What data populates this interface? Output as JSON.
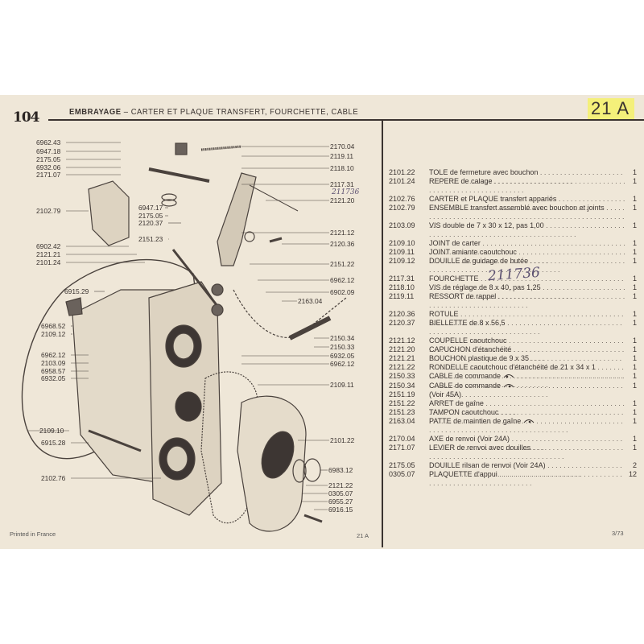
{
  "header": {
    "model": "104",
    "title_bold": "EMBRAYAGE",
    "title_rest": " – CARTER ET PLAQUE TRANSFERT, FOURCHETTE, CABLE",
    "page_ref": "21 A"
  },
  "handwritten": {
    "list_note": "211736",
    "diagram_note": "211736"
  },
  "parts_groups": [
    [
      {
        "code": "2101.22",
        "desc": "TOLE de fermeture avec bouchon",
        "qty": "1"
      },
      {
        "code": "2101.24",
        "desc": "REPERE de calage",
        "qty": "1"
      }
    ],
    [
      {
        "code": "2102.76",
        "desc": "CARTER et PLAQUE transfert appariés",
        "qty": "1"
      },
      {
        "code": "2102.79",
        "desc": "ENSEMBLE transfert assemblé avec bouchon et joints",
        "qty": "1"
      }
    ],
    [
      {
        "code": "2103.09",
        "desc": "VIS double de 7 x 30 x 12, pas 1,00",
        "qty": "1"
      }
    ],
    [
      {
        "code": "2109.10",
        "desc": "JOINT de carter",
        "qty": "1"
      },
      {
        "code": "2109.11",
        "desc": "JOINT amiante caoutchouc",
        "qty": "1"
      },
      {
        "code": "2109.12",
        "desc": "DOUILLE de guidage de butée",
        "qty": "1"
      }
    ],
    [
      {
        "code": "2117.31",
        "desc": "FOURCHETTE",
        "qty": "1"
      },
      {
        "code": "2118.10",
        "desc": "VIS de réglage de 8 x 40, pas 1,25",
        "qty": "1"
      },
      {
        "code": "2119.11",
        "desc": "RESSORT de rappel",
        "qty": "1"
      }
    ],
    [
      {
        "code": "2120.36",
        "desc": "ROTULE",
        "qty": "1"
      },
      {
        "code": "2120.37",
        "desc": "BIELLETTE de 8 x 56,5",
        "qty": "1"
      }
    ],
    [
      {
        "code": "2121.12",
        "desc": "COUPELLE caoutchouc",
        "qty": "1"
      },
      {
        "code": "2121.20",
        "desc": "CAPUCHON d'étanchéité",
        "qty": "1"
      },
      {
        "code": "2121.21",
        "desc": "BOUCHON plastique de 9 x 35",
        "qty": "1"
      },
      {
        "code": "2121.22",
        "desc": "RONDELLE caoutchouc d'étanchéité de 21 x 34 x 1",
        "qty": "1"
      },
      {
        "code": "2150.33",
        "desc": "CABLE de commande",
        "qty": "1",
        "icon": "steering-left"
      },
      {
        "code": "2150.34",
        "desc": "CABLE de commande",
        "qty": "1",
        "icon": "steering-right"
      },
      {
        "code": "2151.19",
        "desc": "(Voir 45A)",
        "qty": ""
      },
      {
        "code": "2151.22",
        "desc": "ARRET de gaîne",
        "qty": "1"
      },
      {
        "code": "2151.23",
        "desc": "TAMPON caoutchouc",
        "qty": "1"
      },
      {
        "code": "2163.04",
        "desc": "PATTE de maintien de gaîne",
        "qty": "1",
        "icon": "steering-right"
      }
    ],
    [
      {
        "code": "2170.04",
        "desc": "AXE de renvoi (Voir 24A)",
        "qty": "1"
      },
      {
        "code": "2171.07",
        "desc": "LEVIER de renvoi avec douilles",
        "qty": "1"
      }
    ],
    [
      {
        "code": "2175.05",
        "desc": "DOUILLE rilsan de renvoi (Voir 24A)",
        "qty": "2"
      },
      {
        "code": "0305.07",
        "desc": "PLAQUETTE d'appui",
        "qty": "12"
      }
    ]
  ],
  "callouts": {
    "left": [
      "6962.43",
      "6947.18",
      "2175.05",
      "6932.06",
      "2171.07",
      "2102.79",
      "6902.42",
      "2121.21",
      "2101.24",
      "6915.29",
      "6968.52",
      "2109.12",
      "6962.12",
      "2103.09",
      "6958.57",
      "6932.05",
      "2109.10",
      "6915.28",
      "2102.76"
    ],
    "middle": [
      "6947.17",
      "2175.05",
      "2120.37",
      "2151.23"
    ],
    "right": [
      "2170.04",
      "2119.11",
      "2118.10",
      "2117.31",
      "2121.20",
      "2121.12",
      "2120.36",
      "2151.22",
      "6962.12",
      "6902.09",
      "2163.04",
      "2150.34",
      "2150.33",
      "6932.05",
      "6962.12",
      "2109.11",
      "2101.22",
      "6983.12",
      "2121.22",
      "0305.07",
      "6955.27",
      "6916.15"
    ]
  },
  "footer": {
    "printed": "Printed in France",
    "page_ref": "21 A",
    "date": "3/73"
  }
}
